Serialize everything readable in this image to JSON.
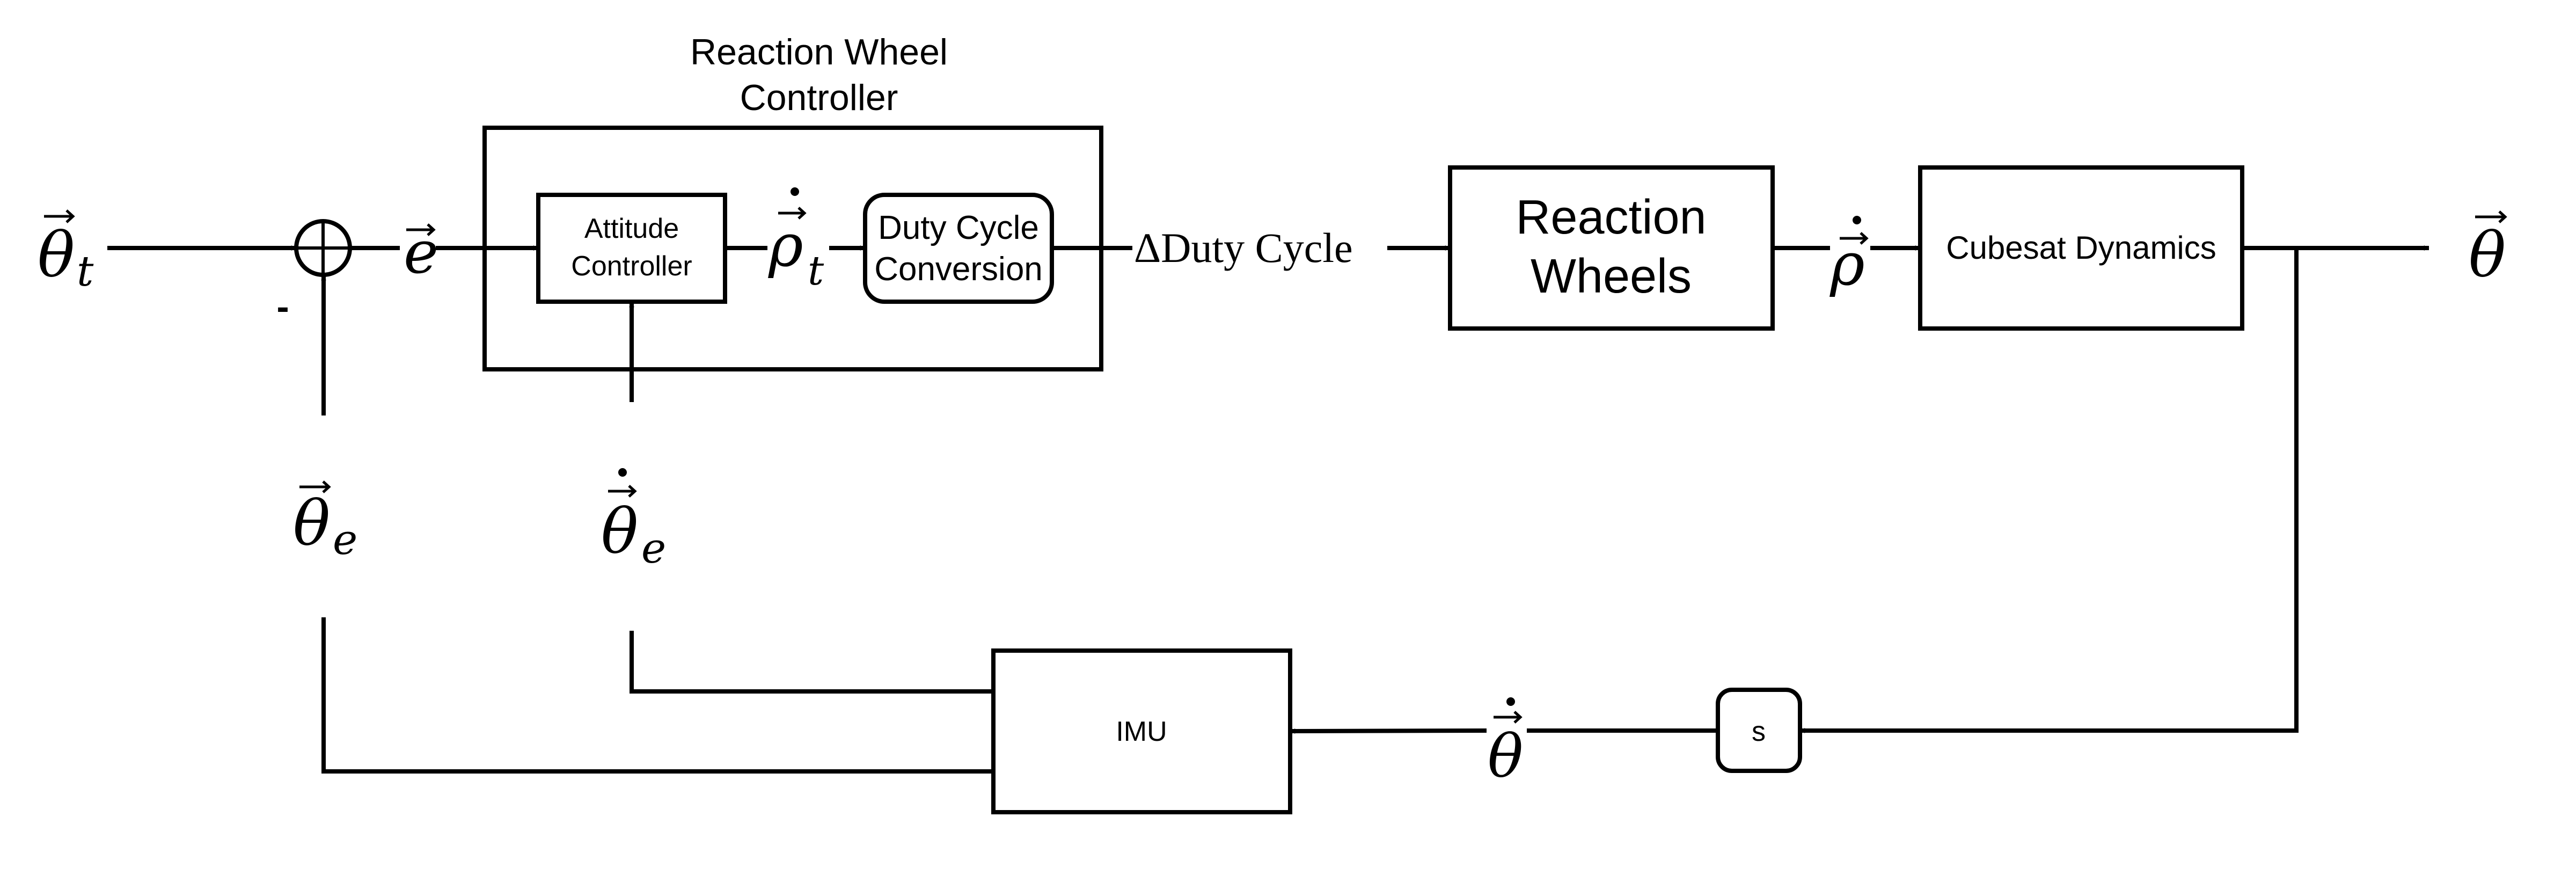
{
  "diagram": {
    "type": "control-loop block diagram",
    "group": {
      "title_line1": "Reaction Wheel",
      "title_line2": "Controller"
    },
    "blocks": {
      "attitude_controller": {
        "line1": "Attitude",
        "line2": "Controller"
      },
      "duty_cycle_conversion": {
        "line1": "Duty Cycle",
        "line2": "Conversion"
      },
      "reaction_wheels": {
        "line1": "Reaction",
        "line2": "Wheels"
      },
      "cubesat_dynamics": {
        "label": "Cubesat Dynamics"
      },
      "derivative": {
        "label": "s"
      },
      "imu": {
        "label": "IMU"
      }
    },
    "summing_junction": {
      "sign_feedback": "-"
    },
    "signals": {
      "theta_target": {
        "symbol": "θ",
        "subscript": "t",
        "decoration": "vector"
      },
      "error": {
        "symbol": "e",
        "decoration": "vector"
      },
      "rho_dot_target": {
        "symbol": "ρ",
        "subscript": "t",
        "decoration": "vector-dot"
      },
      "delta_duty_cycle": {
        "prefix": "Δ",
        "text": "Duty Cycle"
      },
      "rho_dot": {
        "symbol": "ρ",
        "decoration": "vector-dot"
      },
      "theta_out": {
        "symbol": "θ",
        "decoration": "vector"
      },
      "theta_dot": {
        "symbol": "θ",
        "decoration": "vector-dot"
      },
      "theta_estimate": {
        "symbol": "θ",
        "subscript": "e",
        "decoration": "vector"
      },
      "theta_dot_estimate": {
        "symbol": "θ",
        "subscript": "e",
        "decoration": "vector-dot"
      }
    },
    "colors": {
      "stroke": "#000000",
      "background": "#ffffff"
    }
  }
}
